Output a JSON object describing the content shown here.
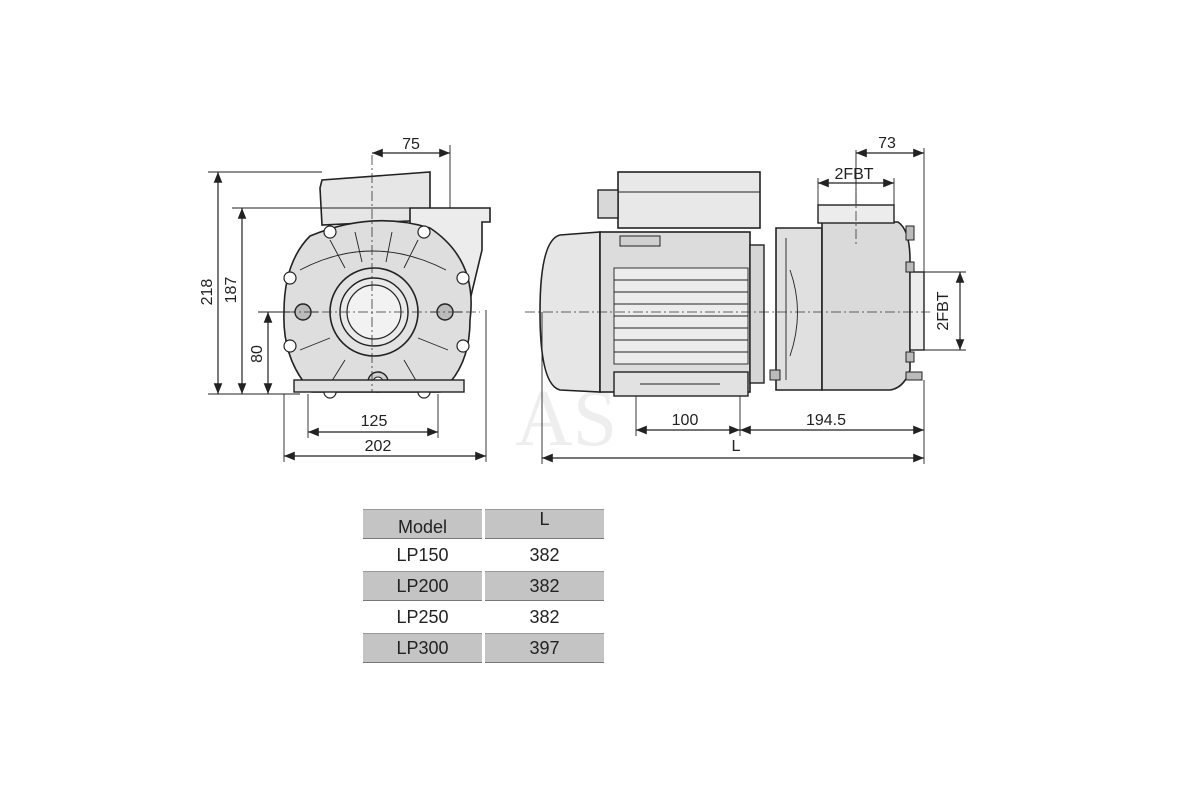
{
  "dimensions": {
    "front_view": {
      "flange_offset": "75",
      "overall_height": "218",
      "housing_height": "187",
      "shaft_height": "80",
      "foot_spacing": "125",
      "overall_width": "202"
    },
    "side_view": {
      "outlet_offset": "73",
      "outlet_thread": "2FBT",
      "inlet_thread": "2FBT",
      "motor_offset": "100",
      "pump_length": "194.5",
      "overall_length": "L"
    }
  },
  "watermark": "AS",
  "table": {
    "headers": [
      "Model",
      "L"
    ],
    "rows": [
      {
        "model": "LP150",
        "length": "382"
      },
      {
        "model": "LP200",
        "length": "382"
      },
      {
        "model": "LP250",
        "length": "382"
      },
      {
        "model": "LP300",
        "length": "397"
      }
    ]
  },
  "colors": {
    "line": "#222222",
    "body_fill": "#e6e6e6",
    "table_shade": "#c4c4c4"
  }
}
